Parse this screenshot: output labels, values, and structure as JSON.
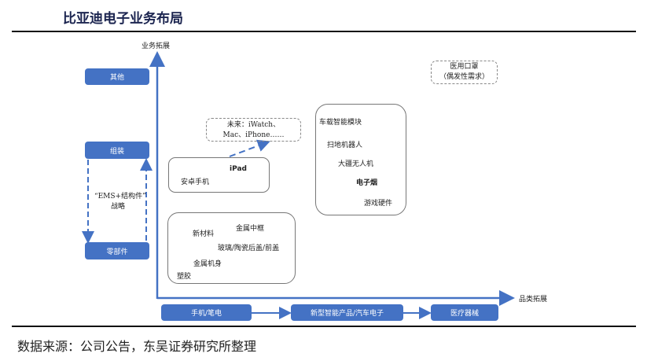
{
  "title": "比亚迪电子业务布局",
  "axes": {
    "y_label": "业务拓展",
    "x_label": "品类拓展"
  },
  "left_boxes": {
    "other": "其他",
    "assembly": "组装",
    "components": "零部件",
    "strategy_line1": "“EMS+结构件”",
    "strategy_line2": "战略"
  },
  "future_box": {
    "line1": "未来：iWatch、",
    "line2": "Mac、iPhone……"
  },
  "phone_box": {
    "ipad": "iPad",
    "android": "安卓手机"
  },
  "materials_box": {
    "new_material": "新材料",
    "metal_frame": "金属中框",
    "glass_cover": "玻璃/陶瓷后盖/前盖",
    "metal_body": "金属机身",
    "plastic": "塑胶"
  },
  "smart_box": {
    "car_module": "车载智能模块",
    "robot": "扫地机器人",
    "drone": "大疆无人机",
    "ecig": "电子烟",
    "game": "游戏硬件"
  },
  "mask_box": {
    "line1": "医用口罩",
    "line2": "（偶发性需求）"
  },
  "bottom_boxes": {
    "phone": "手机/笔电",
    "smart": "新型智能产品/汽车电子",
    "medical": "医疗器械"
  },
  "source": "数据来源：公司公告，东吴证券研究所整理",
  "colors": {
    "accent": "#4472c4"
  }
}
